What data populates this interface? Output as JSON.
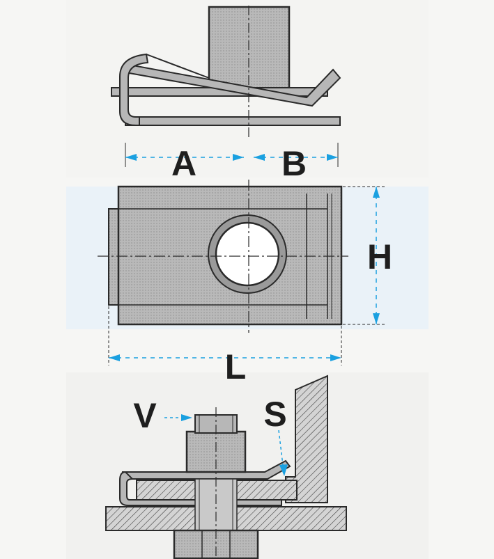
{
  "labels": {
    "a": "A",
    "b": "B",
    "h": "H",
    "l": "L",
    "v": "V",
    "s": "S"
  },
  "colors": {
    "arrow": "#1aa0e0",
    "ink": "#2a2a2a",
    "fill": "#b7b7b7",
    "fill_dark": "#9a9a9a",
    "panel": "#eaf2f8"
  }
}
